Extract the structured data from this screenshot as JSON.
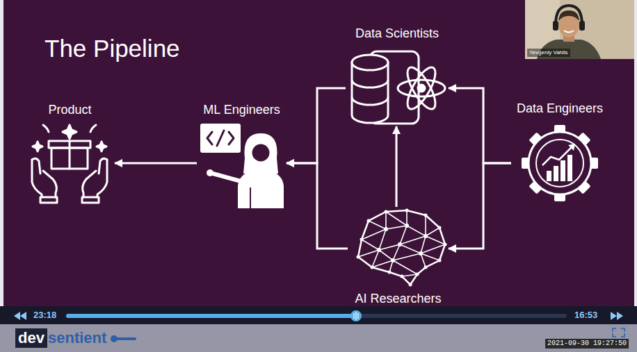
{
  "diagram": {
    "title": "The Pipeline",
    "nodes": [
      {
        "text": [
          "Data Scientists"
        ]
      },
      {
        "text": [
          "Product"
        ]
      },
      {
        "text": [
          "ML Engineers"
        ]
      },
      {
        "text": [
          "Data Engineers"
        ]
      },
      {
        "text": [
          "AI Researchers"
        ]
      }
    ],
    "edges": [
      {
        "from": 2,
        "to": 1,
        "arrow": "to"
      },
      {
        "from": 0,
        "to": 2,
        "arrow": "to"
      },
      {
        "from": 4,
        "to": 2,
        "arrow": "to"
      },
      {
        "from": 3,
        "to": 0,
        "arrow": "to"
      },
      {
        "from": 3,
        "to": 4,
        "arrow": "to"
      },
      {
        "from": 4,
        "to": 0,
        "arrow": "to"
      }
    ],
    "labels": [
      "Yevgeniy Vahlis",
      "23:18",
      "16:53",
      "dev",
      "sentient",
      "2021-09-30 19:27:50"
    ]
  }
}
